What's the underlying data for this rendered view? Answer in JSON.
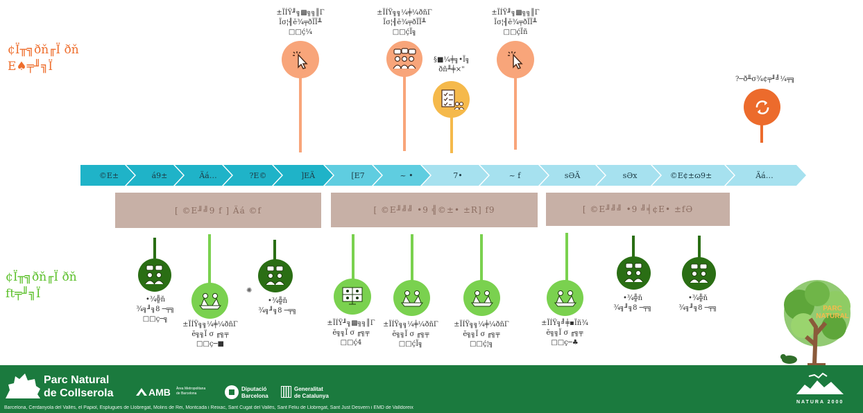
{
  "labels": {
    "top": "¢Ï╥╗ðň╓Ï ðň\nE♠╤╜╗Ï",
    "bottom": "¢Ï╥╗ðň╓Ï ðň\nft╤╜╗Ï"
  },
  "top_nodes": [
    {
      "text": "±ÏÍŸ╜╗▩╗╗║Γ\nÏσ¦╢ĕ¾╤ðÏÏ╨\n□□ḉ¼"
    },
    {
      "text": "±ÏÍŸ╗╗¼╪¼ðñΓ\nÏσ¦╢ĕ¾╤ðÏÏ╨\n□□ḉÏ╗"
    },
    {
      "text": "§■¼╪╗•Ï╗\nðñ╨╪×\""
    },
    {
      "text": "±ÏÍŸ╜╗▩╗╗║Γ\nÏσ¦╢ĕ¾╤ðÏÏ╨\n□□ḉÏñ"
    },
    {
      "text": "?─ð╨σ¾¢╤╜╝¼╤╗"
    }
  ],
  "chevrons": [
    "©E±",
    "á9±",
    "Äá…",
    "?E©",
    "]EÄ",
    "[E7",
    "~ •",
    "7•",
    "~ f",
    "sƏÄ",
    "sƏx",
    "©E¢±ɷ9±",
    "Äá…"
  ],
  "phases": [
    "[ ©E╜╝9 f ] Äá ©f",
    "[ ©E╜╝╝ •9 ╣©±• ±R] f9",
    "[ ©E╜╝╝ •9 ╝╡¢E• ±fƏ"
  ],
  "bottom_nodes": [
    {
      "text": "•¾╬ň\n¾╗╜╗8 ─╤╗\n□□ç─╗ "
    },
    {
      "text": "±ÏÍŸ╗╗¼╪¼ðñΓ\nĕ╗╗Ï σ ╓╗╤\n□□ç─■"
    },
    {
      "text": "•¾╬ň\n¾╗╜╗8 ─╤╗"
    },
    {
      "text": "±ÏÍŸ╜╗▩╗╗║Γ\nĕ╗╗Ï σ ╓╗╤\n□□ḉ4"
    },
    {
      "text": "±ÏÍŸ╗╗¼╪¼ðñΓ\nĕ╗╗Ï σ ╓╗╤\n□□ḉÏ╗"
    },
    {
      "text": "±ÏÍŸ╗╗¼╪¼ðñΓ\nĕ╗╗Ï σ ╓╗╤\n□□ḉ¦╗"
    },
    {
      "text": "±ÏÍŸ╗╝╪▪Ïñ¾\nĕ╗╗Ï σ ╓╗╤\n□□ç─♣"
    },
    {
      "text": "•¾╬ň\n¾╗╜╗8 ─╤╗"
    },
    {
      "text": "•¾╬ň\n¾╗╜╗8 ─╤╗"
    }
  ],
  "tree_badge": {
    "line1": "PARC",
    "line2": "NATURAL"
  },
  "footer": {
    "park_line1": "Parc Natural",
    "park_line2": "de Collserola",
    "amb": "AMB",
    "amb_sub1": "Àrea Metropolitana",
    "amb_sub2": "de Barcelona",
    "dipu1": "Diputació",
    "dipu2": "Barcelona",
    "gen1": "Generalitat",
    "gen2": "de Catalunya",
    "natura": "NATURA 2000",
    "municipalities": "Barcelona, Cerdanyola del Vallès, el Papiol, Esplugues de Llobregat, Molins de Rei, Montcada i Reixac, Sant Cugat del Vallès, Sant Feliu de Llobregat, Sant Just Desvern i EMD de Valldoreix"
  },
  "colors": {
    "orange_dark": "#ec6b2c",
    "orange_light": "#f8a57a",
    "yellow": "#f5b94b",
    "refresh": "#ec6b2c",
    "teal": "#1fb3c8",
    "teal_light": "#5fcde0",
    "teal_pale": "#a6e1ef",
    "green_dark": "#2a6e14",
    "green_light": "#7ad14f",
    "phase": "#c7b0a6",
    "footer": "#1b7a3e"
  }
}
